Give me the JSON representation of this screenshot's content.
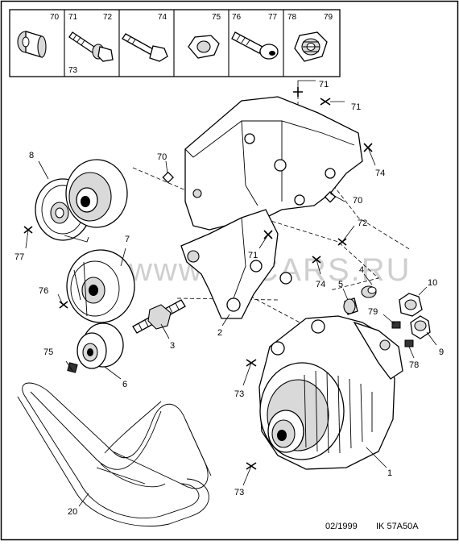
{
  "legend": {
    "cells": [
      {
        "icon": "sleeve-icon",
        "nums": [
          "70"
        ]
      },
      {
        "icon": "bolt-washer-icon",
        "nums": [
          "71",
          "72",
          "73"
        ]
      },
      {
        "icon": "bolt-icon",
        "nums": [
          "74"
        ]
      },
      {
        "icon": "nut-icon",
        "nums": [
          "75"
        ]
      },
      {
        "icon": "socket-bolt-icon",
        "nums": [
          "76",
          "77"
        ]
      },
      {
        "icon": "lock-nut-icon",
        "nums": [
          "78",
          "79"
        ]
      }
    ]
  },
  "callouts": {
    "c1": "1",
    "c2": "2",
    "c3": "3",
    "c4": "4",
    "c5": "5",
    "c6": "6",
    "c7": "7",
    "c8": "8",
    "c9": "9",
    "c10": "10",
    "c20": "20",
    "c70a": "70",
    "c70b": "70",
    "c71a": "71",
    "c71b": "71",
    "c71c": "71",
    "c72": "72",
    "c73a": "73",
    "c73b": "73",
    "c74a": "74",
    "c74b": "74",
    "c75": "75",
    "c76": "76",
    "c77": "77",
    "c78": "78",
    "c79": "79"
  },
  "watermark": "www.ELCARS.RU",
  "footer": {
    "date": "02/1999",
    "ref": "IK 57A50A"
  }
}
